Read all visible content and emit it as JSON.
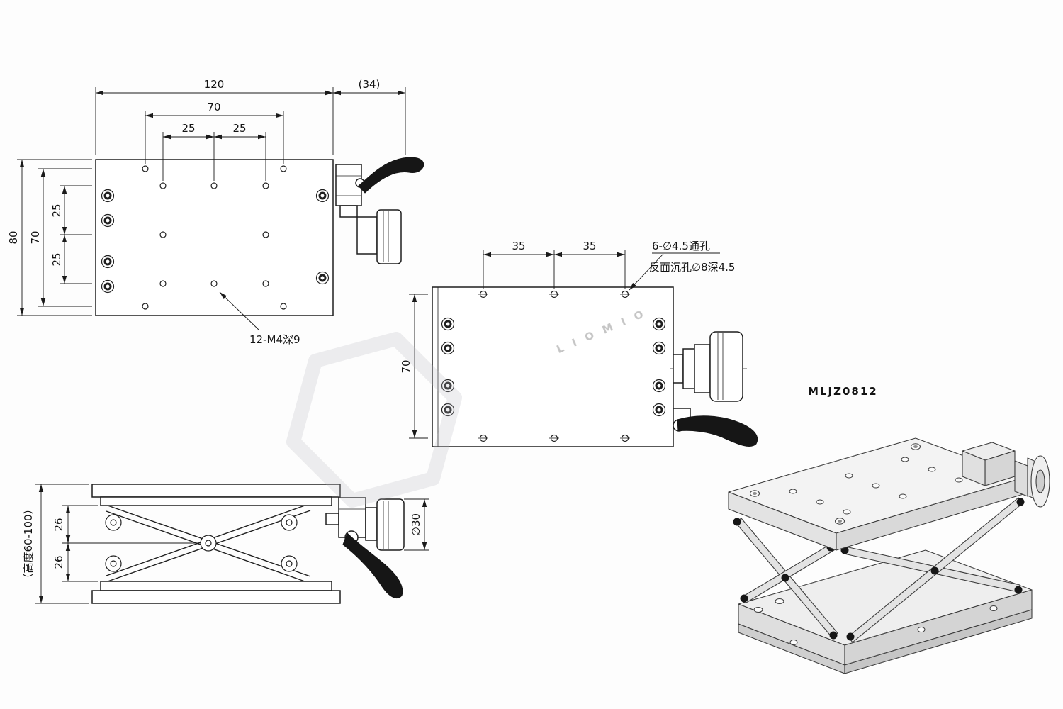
{
  "model_code": "MLJZ0812",
  "accent_color": "#f08221",
  "watermark": {
    "text": "LIOMIO"
  },
  "top_view": {
    "dim_width_total": "120",
    "dim_width_ref": "(34)",
    "dim_hole_span_h": "70",
    "dim_hole_pitch_h1": "25",
    "dim_hole_pitch_h2": "25",
    "dim_height_total": "80",
    "dim_hole_span_v": "70",
    "dim_hole_pitch_v1": "25",
    "dim_hole_pitch_v2": "25",
    "note_thread_holes": "12-M4深9"
  },
  "bottom_view": {
    "dim_hole_pitch_1": "35",
    "dim_hole_pitch_2": "35",
    "dim_hole_span_v": "70",
    "note_through_holes": "6-∅4.5通孔",
    "note_counterbore": "反面沉孔∅8深4.5"
  },
  "side_view": {
    "dim_upper_arm": "26",
    "dim_lower_arm": "26",
    "dim_height_range": "（高度60-100）",
    "dim_knob_diameter": "∅30"
  }
}
